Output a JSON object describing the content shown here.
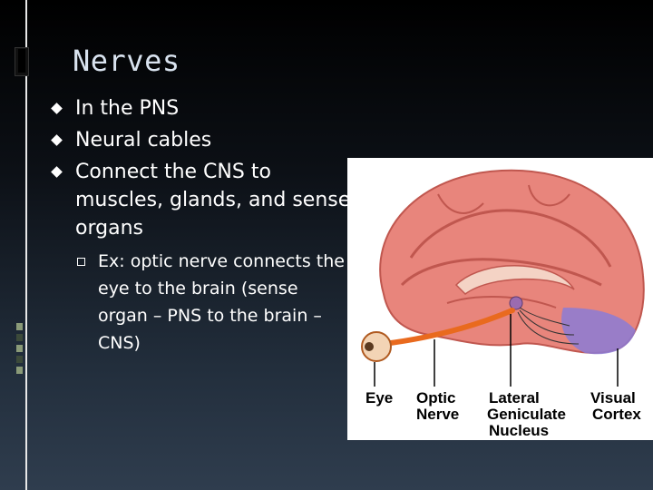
{
  "slide": {
    "title": "Nerves",
    "bullets": [
      "In the PNS",
      "Neural cables",
      "Connect the CNS to muscles, glands, and sense organs"
    ],
    "sub_bullet": "Ex: optic nerve connects the eye to the brain (sense organ – PNS to the brain – CNS)"
  },
  "figure": {
    "labels": {
      "eye": "Eye",
      "optic_1": "Optic",
      "optic_2": "Nerve",
      "lgn_1": "Lateral",
      "lgn_2": "Geniculate",
      "lgn_3": "Nucleus",
      "visual_1": "Visual",
      "visual_2": "Cortex"
    },
    "colors": {
      "brain": "#e8857c",
      "brain_dark": "#c0574f",
      "optic_nerve": "#e96a1e",
      "cortex": "#8b7bd6"
    }
  }
}
